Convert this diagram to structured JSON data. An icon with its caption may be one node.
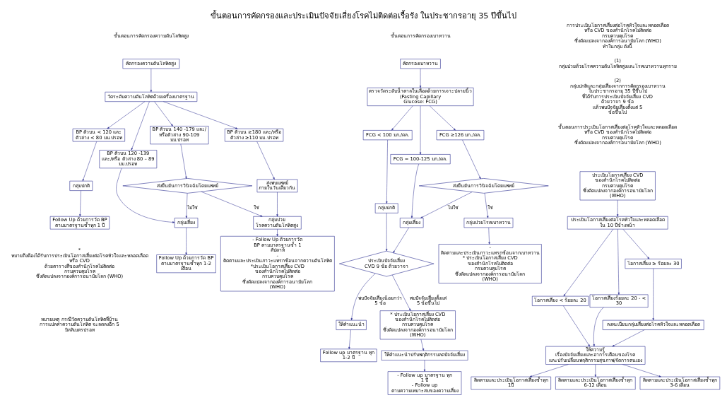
{
  "diagram": {
    "title": "ขั้นตอนการคัดกรองและประเมินปัจจัยเสี่ยงโรคไม่ติดต่อเรื้อรัง ในประชากรอายุ 35 ปีขึ้นไป",
    "nodes": [
      {
        "text": [
          "คัดกรองความดันโลหิตสูง"
        ]
      },
      {
        "text": [
          "วัดระดับความดันโลหิตด้วยเครื่องมาตรฐาน"
        ]
      },
      {
        "text": [
          "BP ตัวบน < 120 และ ตัวล่าง < 80 มม.ปรอท"
        ]
      },
      {
        "text": [
          "BP ตัวบน 120 -139 และ/หรือ ตัวล่าง 80 – 89 มม.ปรอท"
        ]
      },
      {
        "text": [
          "BP ตัวบน 140 -179 และ/ หรือตัวล่าง 90-109 มม.ปรอท"
        ]
      },
      {
        "text": [
          "BP ตัวบน ≥180 และ/หรือ ตัวล่าง ≥110 มม.ปรอท"
        ]
      },
      {
        "text": [
          "กลุ่มปกติ"
        ]
      },
      {
        "text": [
          "กลุ่มเสี่ยง"
        ]
      },
      {
        "text": [
          "ส่งยืนยันการวินิจฉัยโดยแพทย์"
        ]
      },
      {
        "text": [
          "ส่งพบแพทย์ ภายในวันเดียวกัน"
        ]
      },
      {
        "text": [
          "กลุ่มป่วย โรคความดันโลหิตสูง"
        ]
      },
      {
        "text": [
          "Follow Up ด้วยการวัด BP ตามมาตรฐานซ้ำทุก 1 ปี"
        ]
      },
      {
        "text": [
          "Follow Up ด้วยการวัด BP ตามมาตรฐานซ้ำทุก 1-2 เดือน"
        ]
      },
      {
        "text": [
          "- Follow Up ด้วยการวัด BP ตามมาตรฐานซ้ำ 1 สัปดาห์",
          "- ติดตามและประเมินภาวะแทรกซ้อนจากความดันโลหิต",
          "*ประเมินโอกาสเสี่ยง CVD ของสำนักโรคไม่ติดต่อ กรมควบคุมโรค ซึ่งดัดแปลงจากองค์การอนามัยโลก (WHO)"
        ]
      },
      {
        "text": [
          "คัดกรองเบาหวาน"
        ]
      },
      {
        "text": [
          "ตรวจวัดระดับน้ำตาลในเลือดด้วยการเจาะปลายนิ้ว",
          "(Fasting Capillary Glucose: FCG)"
        ]
      },
      {
        "text": [
          "FCG < 100 มก./ดล."
        ]
      },
      {
        "text": [
          "FCG = 100-125 มก./ดล."
        ]
      },
      {
        "text": [
          "FCG ≥126 มก./ดล."
        ]
      },
      {
        "text": [
          "กลุ่มปกติ"
        ]
      },
      {
        "text": [
          "กลุ่มเสี่ยง"
        ]
      },
      {
        "text": [
          "ส่งยืนยันการวินิจฉัยโดยแพทย์"
        ]
      },
      {
        "text": [
          "ประเมินปัจจัยเสี่ยง CVD 9 ข้อ ด้วยวาจา"
        ]
      },
      {
        "text": [
          "กลุ่มป่วยโรคเบาหวาน"
        ]
      },
      {
        "text": [
          "ให้คำแนะนำ"
        ]
      },
      {
        "text": [
          "* ประเมินโอกาสเสี่ยง CVD ของสำนักโรคไม่ติดต่อ กรมควบคุมโรค ซึ่งดัดแปลงจากองค์การอนามัยโลก (WHO)"
        ]
      },
      {
        "text": [
          "ให้คำแนะนำปรับพฤติกรรมลดปัจจัยเสี่ยง"
        ]
      },
      {
        "text": [
          "Follow up มาตรฐาน ทุก 1-2 ปี"
        ]
      },
      {
        "text": [
          "- Follow up มาตรฐาน ทุก 1 ปี",
          "- Follow up ตามความเหมาะสมของความเสี่ยง"
        ]
      },
      {
        "text": [
          "- ติดตามและประเมินภาวะแทรกซ้อนจากเบาหวาน",
          "* ประเมินโอกาสเสี่ยง CVD ของสำนักโรคไม่ติดต่อ กรมควบคุมโรค ซึ่งดัดแปลงจากองค์การอนามัยโลก (WHO)"
        ]
      },
      {
        "text": [
          "ประเมินโอกาสเสี่ยง CVD ของสำนักโรคไม่ติดต่อ กรมควบคุมโรค ซึ่งดัดแปลงจากองค์การอนามัยโลก (WHO)"
        ]
      },
      {
        "text": [
          "ประเมินโอกาสเสี่ยงต่อโรคหัวใจและหลอดเลือด ใน 10 ปีข้างหน้า"
        ]
      },
      {
        "text": [
          "โอกาสเสี่ยง < ร้อยละ 20"
        ]
      },
      {
        "text": [
          "โอกาสเสี่ยงร้อยละ 20 - < 30"
        ]
      },
      {
        "text": [
          "โอกาสเสี่ยง ≥ ร้อยละ 30"
        ]
      },
      {
        "text": [
          "ลงทะเบียนกลุ่มเสี่ยงต่อโรคหัวใจและหลอดเลือด"
        ]
      },
      {
        "text": [
          "ให้ความรู้ เรื่องปัจจัยเสี่ยงและอาการเตือนของโรค และปรับเปลี่ยนพฤติกรรมสุขภาพ/จัดการตนเอง"
        ]
      },
      {
        "text": [
          "ติดตามและประเมินโอกาสเสี่ยงซ้ำทุก 1ปี"
        ]
      },
      {
        "text": [
          "ติดตามและประเมินโอกาสเสี่ยงซ้ำทุก 6-12 เดือน"
        ]
      },
      {
        "text": [
          "ติดตามและประเมินโอกาสเสี่ยงซ้ำทุก 3-6 เดือน"
        ]
      }
    ],
    "edges": [
      {
        "from": 0,
        "to": 1,
        "arrow": "to"
      },
      {
        "from": 1,
        "to": 2,
        "arrow": "to"
      },
      {
        "from": 1,
        "to": 3,
        "arrow": "to"
      },
      {
        "from": 1,
        "to": 4,
        "arrow": "to"
      },
      {
        "from": 1,
        "to": 5,
        "arrow": "to"
      },
      {
        "from": 2,
        "to": 6,
        "arrow": "to"
      },
      {
        "from": 3,
        "to": 7,
        "arrow": "to"
      },
      {
        "from": 4,
        "to": 8,
        "arrow": "to"
      },
      {
        "from": 8,
        "to": 7,
        "arrow": "to",
        "label": "ไม่ใช่"
      },
      {
        "from": 8,
        "to": 10,
        "arrow": "to",
        "label": "ใช่"
      },
      {
        "from": 5,
        "to": 9,
        "arrow": "to"
      },
      {
        "from": 9,
        "to": 10,
        "arrow": "to"
      },
      {
        "from": 6,
        "to": 11,
        "arrow": "to"
      },
      {
        "from": 7,
        "to": 12,
        "arrow": "to"
      },
      {
        "from": 10,
        "to": 13,
        "arrow": "to"
      },
      {
        "from": 14,
        "to": 15,
        "arrow": "to"
      },
      {
        "from": 15,
        "to": 16,
        "arrow": "to"
      },
      {
        "from": 15,
        "to": 17,
        "arrow": "to"
      },
      {
        "from": 15,
        "to": 18,
        "arrow": "to"
      },
      {
        "from": 16,
        "to": 19,
        "arrow": "to"
      },
      {
        "from": 17,
        "to": 20,
        "arrow": "to"
      },
      {
        "from": 18,
        "to": 21,
        "arrow": "to"
      },
      {
        "from": 21,
        "to": 20,
        "arrow": "to",
        "label": "ไม่ใช่"
      },
      {
        "from": 21,
        "to": 23,
        "arrow": "to",
        "label": "ใช่"
      },
      {
        "from": 19,
        "to": 22,
        "arrow": "to"
      },
      {
        "from": 20,
        "to": 22,
        "arrow": "to"
      },
      {
        "from": 22,
        "to": 24,
        "arrow": "to",
        "label": "พบปัจจัยเสี่ยงน้อยกว่า 5 ข้อ"
      },
      {
        "from": 22,
        "to": 25,
        "arrow": "to",
        "label": "พบปัจจัยเสี่ยงตั้งแต่ 5 ข้อขึ้นไป"
      },
      {
        "from": 24,
        "to": 27,
        "arrow": "to"
      },
      {
        "from": 25,
        "to": 26,
        "arrow": "to"
      },
      {
        "from": 26,
        "to": 28,
        "arrow": "to"
      },
      {
        "from": 23,
        "to": 29,
        "arrow": "to"
      },
      {
        "from": 30,
        "to": 31,
        "arrow": "to"
      },
      {
        "from": 31,
        "to": 32,
        "arrow": "to"
      },
      {
        "from": 31,
        "to": 33,
        "arrow": "to"
      },
      {
        "from": 31,
        "to": 34,
        "arrow": "to"
      },
      {
        "from": 32,
        "to": 36,
        "arrow": "to"
      },
      {
        "from": 33,
        "to": 36,
        "arrow": "to"
      },
      {
        "from": 34,
        "to": 35,
        "arrow": "to"
      },
      {
        "from": 35,
        "to": 36,
        "arrow": "to"
      },
      {
        "from": 36,
        "to": 37,
        "arrow": "to"
      },
      {
        "from": 36,
        "to": 38,
        "arrow": "to"
      },
      {
        "from": 36,
        "to": 39,
        "arrow": "to"
      }
    ],
    "labels": [
      "ขั้นตอนการคัดกรองความดันโลหิตสูง",
      "ขั้นตอนการคัดกรองเบาหวาน",
      "การประเมินโอกาสเสี่ยงต่อโรคหัวใจและหลอดเลือด หรือ CVD ของสำนักโรคไม่ติดต่อ กรมควบคุมโรค ซึ่งดัดแปลงจากองค์การอนามัยโลก (WHO) ทำในกลุ่ม ดังนี้",
      "(1) กลุ่มป่วยด้วยโรคความดันโลหิตสูงและโรคเบาหวานทุกราย",
      "(2) กลุ่มปกติและกลุ่มเสี่ยงจากการคัดกรองเบาหวาน ในประชากรอายุ 35 ปีขึ้นไป ที่ได้รับการประเมินปัจจัยเสี่ยง CVD ด้วยวาจา 9 ข้อ แล้วพบปัจจัยเสี่ยงตั้งแต่ 5 ข้อขึ้นไป",
      "ขั้นตอนการประเมินโอกาสเสี่ยงต่อโรคหัวใจและหลอดเลือด หรือ CVD ของสำนักโรคไม่ติดต่อ กรมควบคุมโรค ซึ่งดัดแปลงจากองค์การอนามัยโลก (WHO)",
      "* หมายถึงต้องได้รับการประเมินโอกาสเสี่ยงต่อโรคหัวใจและหลอดเลือด หรือ CVD ด้วยตารางสีของสำนักโรคไม่ติดต่อ กรมควบคุมโรค ซึ่งดัดแปลงจากองค์การอนามัยโลก (WHO)",
      "หมายเหตุ กรณีวัดความดันโลหิตที่บ้าน การแปลค่าความดันโลหิต จะลดลงอีก 5 มิลลิเมตรปรอท"
    ]
  }
}
